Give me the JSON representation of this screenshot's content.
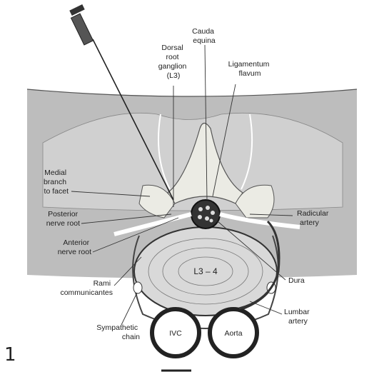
{
  "figure": {
    "labels": {
      "cauda_equina": [
        "Cauda",
        "equina"
      ],
      "dorsal_root_ganglion": [
        "Dorsal",
        "root",
        "ganglion",
        "(L3)"
      ],
      "ligamentum_flavum": [
        "Ligamentum",
        "flavum"
      ],
      "medial_branch": [
        "Medial",
        "branch",
        "to facet"
      ],
      "posterior_nerve_root": [
        "Posterior",
        "nerve root"
      ],
      "radicular_artery": [
        "Radicular",
        "artery"
      ],
      "anterior_nerve_root": [
        "Anterior",
        "nerve root"
      ],
      "rami_communicantes": [
        "Rami",
        "communicantes"
      ],
      "disc": "L3 – 4",
      "dura": "Dura",
      "sympathetic_chain": [
        "Sympathetic",
        "chain"
      ],
      "lumbar_artery": [
        "Lumbar",
        "artery"
      ],
      "ivc": "IVC",
      "aorta": "Aorta"
    },
    "page_number": "1"
  }
}
